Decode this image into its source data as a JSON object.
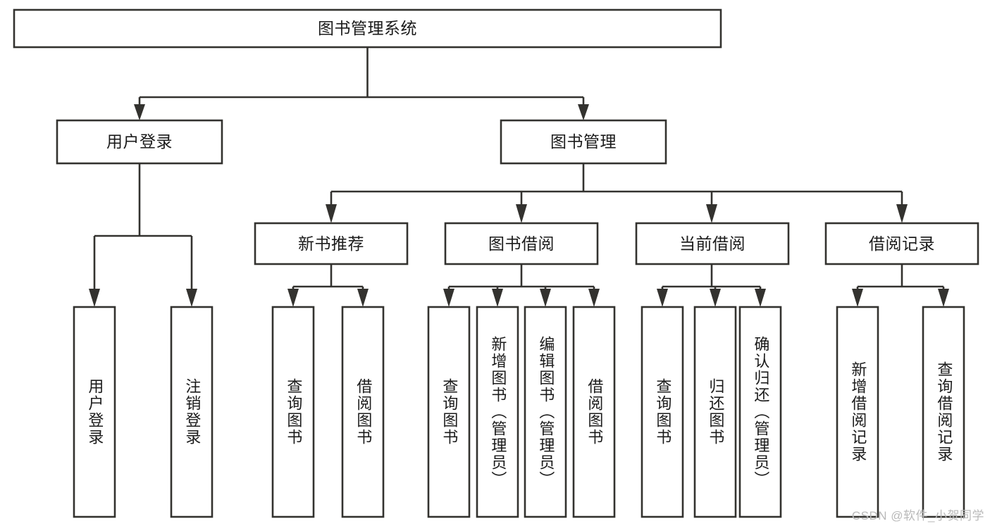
{
  "diagram": {
    "title": "图书管理系统",
    "watermark": "CSDN @软件_小贺同学",
    "colors": {
      "stroke": "#33322f",
      "box_fill": "#ffffff",
      "text": "#1b1b1b",
      "background": "#ffffff",
      "watermark": "#b9b9b9"
    },
    "levels": {
      "root": {
        "label": "图书管理系统"
      },
      "level2": [
        {
          "label": "用户登录"
        },
        {
          "label": "图书管理"
        }
      ],
      "level3": [
        {
          "label": "新书推荐"
        },
        {
          "label": "图书借阅"
        },
        {
          "label": "当前借阅"
        },
        {
          "label": "借阅记录"
        }
      ]
    },
    "leaves": {
      "user_login": [
        {
          "label": "用户登录"
        },
        {
          "label": "注销登录"
        }
      ],
      "new_book_recommend": [
        {
          "label": "查询图书"
        },
        {
          "label": "借阅图书"
        }
      ],
      "book_borrow": [
        {
          "label": "查询图书"
        },
        {
          "label": "新增图书（管理员）"
        },
        {
          "label": "编辑图书（管理员）"
        },
        {
          "label": "借阅图书"
        }
      ],
      "current_borrow": [
        {
          "label": "查询图书"
        },
        {
          "label": "归还图书"
        },
        {
          "label": "确认归还（管理员）"
        }
      ],
      "borrow_record": [
        {
          "label": "新增借阅记录"
        },
        {
          "label": "查询借阅记录"
        }
      ]
    }
  }
}
